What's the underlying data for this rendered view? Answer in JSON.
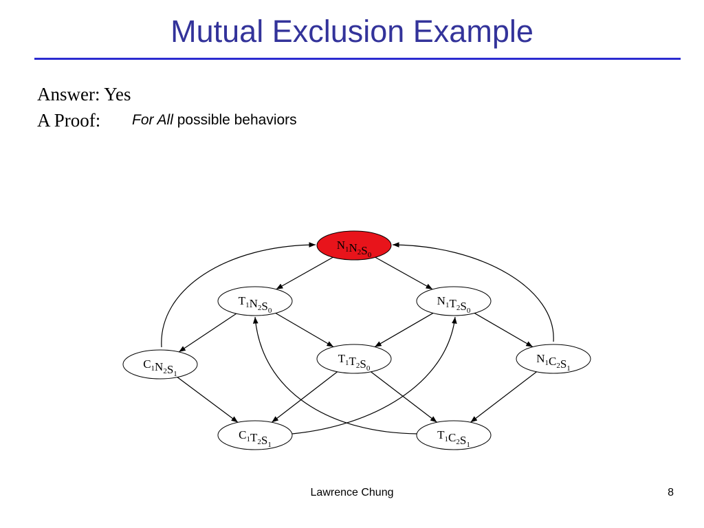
{
  "slide": {
    "title": "Mutual Exclusion Example",
    "answer": "Answer: Yes",
    "proof_label": "A Proof:",
    "proof_emph": "For All",
    "proof_rest": " possible behaviors",
    "footer_author": "Lawrence Chung",
    "footer_page": "8"
  },
  "colors": {
    "title": "#33339a",
    "rule": "#2b2bd0",
    "initial_state_fill": "#e8141b",
    "node_fill": "#ffffff"
  },
  "diagram": {
    "states": [
      {
        "id": "N1N2S0",
        "parts": [
          [
            "N",
            "1"
          ],
          [
            "N",
            "2"
          ],
          [
            "S",
            "0"
          ]
        ],
        "initial": true
      },
      {
        "id": "T1N2S0",
        "parts": [
          [
            "T",
            "1"
          ],
          [
            "N",
            "2"
          ],
          [
            "S",
            "0"
          ]
        ]
      },
      {
        "id": "N1T2S0",
        "parts": [
          [
            "N",
            "1"
          ],
          [
            "T",
            "2"
          ],
          [
            "S",
            "0"
          ]
        ]
      },
      {
        "id": "C1N2S1",
        "parts": [
          [
            "C",
            "1"
          ],
          [
            "N",
            "2"
          ],
          [
            "S",
            "1"
          ]
        ]
      },
      {
        "id": "T1T2S0",
        "parts": [
          [
            "T",
            "1"
          ],
          [
            "T",
            "2"
          ],
          [
            "S",
            "0"
          ]
        ]
      },
      {
        "id": "N1C2S1",
        "parts": [
          [
            "N",
            "1"
          ],
          [
            "C",
            "2"
          ],
          [
            "S",
            "1"
          ]
        ]
      },
      {
        "id": "C1T2S1",
        "parts": [
          [
            "C",
            "1"
          ],
          [
            "T",
            "2"
          ],
          [
            "S",
            "1"
          ]
        ]
      },
      {
        "id": "T1C2S1",
        "parts": [
          [
            "T",
            "1"
          ],
          [
            "C",
            "2"
          ],
          [
            "S",
            "1"
          ]
        ]
      }
    ],
    "transitions": [
      [
        "N1N2S0",
        "T1N2S0"
      ],
      [
        "N1N2S0",
        "N1T2S0"
      ],
      [
        "T1N2S0",
        "C1N2S1"
      ],
      [
        "T1N2S0",
        "T1T2S0"
      ],
      [
        "N1T2S0",
        "T1T2S0"
      ],
      [
        "N1T2S0",
        "N1C2S1"
      ],
      [
        "C1N2S1",
        "N1N2S0"
      ],
      [
        "N1C2S1",
        "N1N2S0"
      ],
      [
        "C1N2S1",
        "C1T2S1"
      ],
      [
        "T1T2S0",
        "C1T2S1"
      ],
      [
        "T1T2S0",
        "T1C2S1"
      ],
      [
        "N1C2S1",
        "T1C2S1"
      ],
      [
        "C1T2S1",
        "N1T2S0"
      ],
      [
        "T1C2S1",
        "T1N2S0"
      ]
    ]
  }
}
